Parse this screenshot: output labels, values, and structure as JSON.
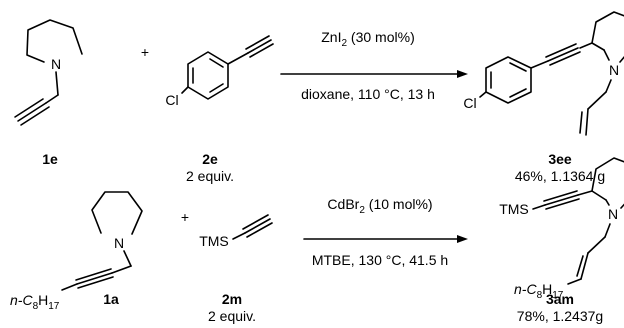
{
  "atoms": {
    "N": "N",
    "Cl": "Cl",
    "TMS": "TMS",
    "plus": "+",
    "octyl_prefix": "n-C",
    "octyl_c_sub": "8",
    "octyl_h": "H",
    "octyl_h_sub": "17"
  },
  "reaction1": {
    "catalyst_main": "ZnI",
    "catalyst_sub": "2",
    "catalyst_rest": " (30 mol%)",
    "conditions": "dioxane, 110 °C, 13 h",
    "reactant1_id": "1e",
    "reactant2_id": "2e",
    "reactant2_equiv": "2 equiv.",
    "product_id": "3ee",
    "product_yield": "46%, 1.1364 g"
  },
  "reaction2": {
    "catalyst_main": "CdBr",
    "catalyst_sub": "2",
    "catalyst_rest": " (10 mol%)",
    "conditions": "MTBE, 130 °C, 41.5 h",
    "reactant1_id": "1a",
    "reactant2_id": "2m",
    "reactant2_equiv": "2 equiv.",
    "product_id": "3am",
    "product_yield": "78%, 1.2437g"
  }
}
